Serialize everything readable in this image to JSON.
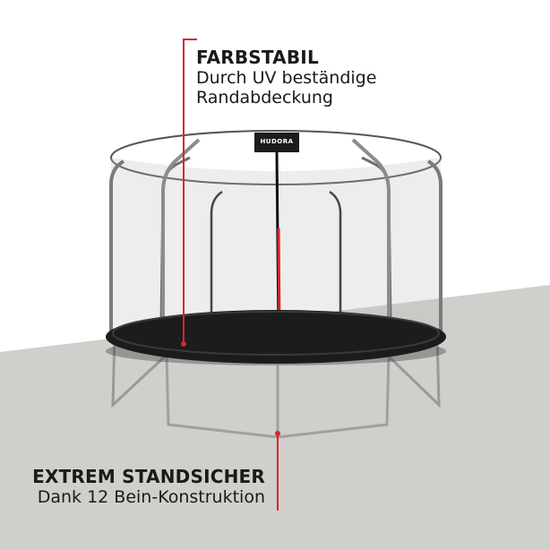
{
  "callouts": {
    "top": {
      "title": "FARBSTABIL",
      "line1": "Durch UV beständige",
      "line2": "Randabdeckung"
    },
    "bottom": {
      "title": "EXTREM STANDSICHER",
      "line1": "Dank 12 Bein-Konstruktion"
    }
  },
  "product": {
    "brand_label": "HUDORA"
  },
  "colors": {
    "accent_red": "#d7262b",
    "floor_gray": "#cfcfcb",
    "mat_black": "#1c1c1c",
    "frame_gray": "#8c8c8c"
  }
}
